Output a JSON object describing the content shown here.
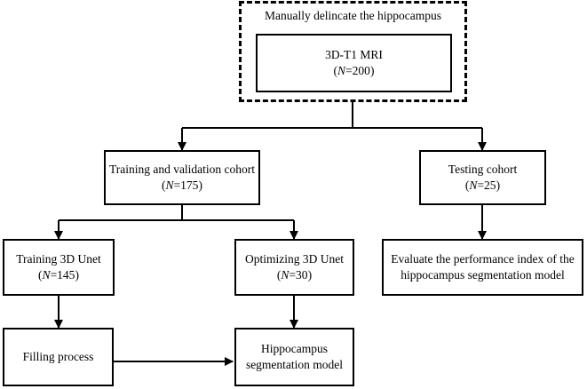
{
  "group": {
    "label": "Manually delincate the hippocampus"
  },
  "nodes": {
    "mri": {
      "title": "3D-T1 MRI",
      "n_var": "N",
      "n_val": "=200"
    },
    "train_val": {
      "title": "Training and validation cohort",
      "n_var": "N",
      "n_val": "=175"
    },
    "test": {
      "title": "Testing cohort",
      "n_var": "N",
      "n_val": "=25"
    },
    "train": {
      "title": "Training 3D Unet",
      "n_var": "N",
      "n_val": "=145"
    },
    "optimize": {
      "title": "Optimizing 3D Unet",
      "n_var": "N",
      "n_val": "=30"
    },
    "evaluate": {
      "line1": "Evaluate the performance index of the",
      "line2": "hippocampus segmentation model"
    },
    "filling": {
      "title": "Filling process"
    },
    "model": {
      "line1": "Hippocampus",
      "line2": "segmentation model"
    }
  },
  "edges": [
    {
      "from": "mri",
      "to": "train_val"
    },
    {
      "from": "mri",
      "to": "test"
    },
    {
      "from": "train_val",
      "to": "train"
    },
    {
      "from": "train_val",
      "to": "optimize"
    },
    {
      "from": "test",
      "to": "evaluate"
    },
    {
      "from": "train",
      "to": "filling"
    },
    {
      "from": "optimize",
      "to": "model"
    },
    {
      "from": "filling",
      "to": "model"
    }
  ]
}
